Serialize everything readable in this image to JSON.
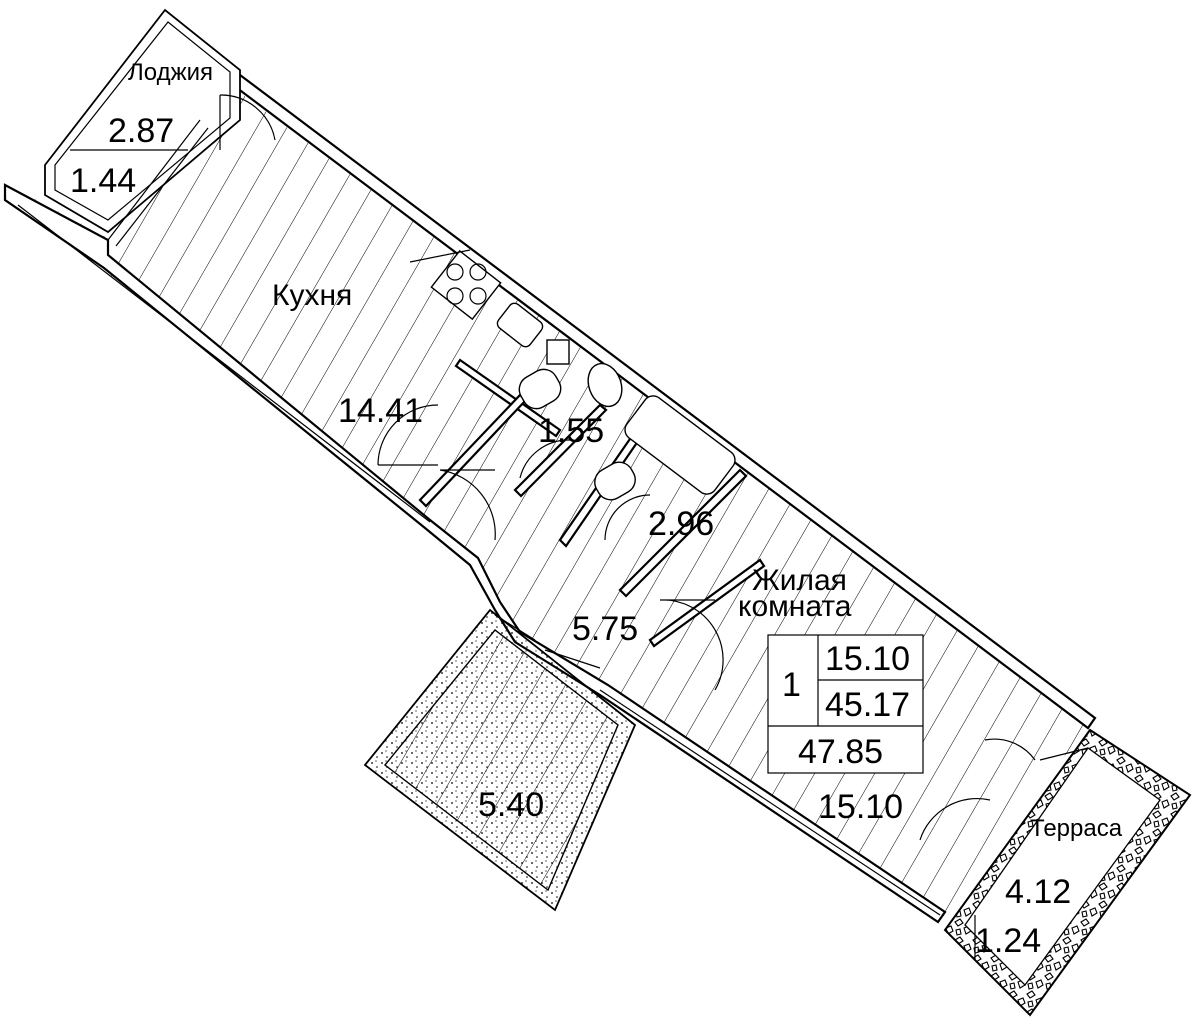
{
  "rooms": {
    "loggia": {
      "name": "Лоджия",
      "area": "2.87",
      "reduced": "1.44"
    },
    "kitchen": {
      "name": "Кухня",
      "area": "14.41"
    },
    "bathroom_small": {
      "area": "1.55"
    },
    "bathroom": {
      "area": "2.96"
    },
    "hall": {
      "area": "5.75"
    },
    "balcony": {
      "area": "5.40"
    },
    "living": {
      "name_line1": "Жилая",
      "name_line2": "комната",
      "area": "15.10"
    },
    "terrace": {
      "name": "Терраса",
      "area": "4.12",
      "reduced": "1.24"
    }
  },
  "summary": {
    "rooms_count": "1",
    "living_area": "15.10",
    "total_area": "45.17",
    "total_with_outdoor": "47.85"
  }
}
